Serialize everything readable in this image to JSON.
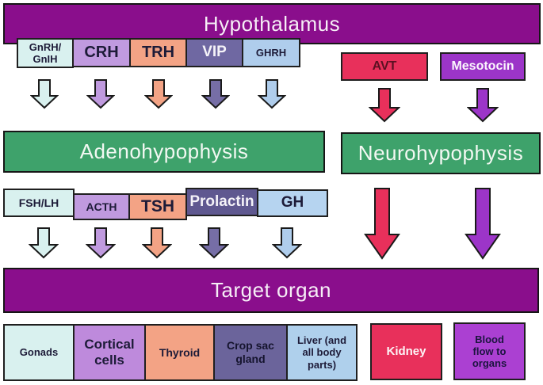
{
  "banners": {
    "hypothalamus": "Hypothalamus",
    "adenohypophysis": "Adenohypophysis",
    "neurohypophysis": "Neurohypophysis",
    "target_organ": "Target organ"
  },
  "hypothalamic_hormones": [
    {
      "label": "GnRH/\nGnIH"
    },
    {
      "label": "CRH"
    },
    {
      "label": "TRH"
    },
    {
      "label": "VIP"
    },
    {
      "label": "GHRH"
    }
  ],
  "neurohypophysial_hormones": [
    {
      "label": "AVT"
    },
    {
      "label": "Mesotocin"
    }
  ],
  "adenohypophysial_hormones": [
    {
      "label": "FSH/LH"
    },
    {
      "label": "ACTH"
    },
    {
      "label": "TSH"
    },
    {
      "label": "Prolactin"
    },
    {
      "label": "GH"
    }
  ],
  "target_organs": [
    {
      "label": "Gonads"
    },
    {
      "label": "Cortical\ncells"
    },
    {
      "label": "Thyroid"
    },
    {
      "label": "Crop sac\ngland"
    },
    {
      "label": "Liver (and\nall body\nparts)"
    }
  ],
  "neuro_target_organs": [
    {
      "label": "Kidney"
    },
    {
      "label": "Blood\nflow to\norgans"
    }
  ],
  "palette": {
    "banner_purple": "#8A0E8C",
    "banner_green": "#3EA26B",
    "pale_cyan": "#D9F1EF",
    "light_purple": "#C09ADF",
    "salmon": "#F3A385",
    "slate_purple": "#6F68A2",
    "light_blue": "#AFCDEC",
    "red": "#E8305B",
    "vivid_purple": "#9C35C8",
    "dark_text": "#1d1b38",
    "white_text": "#f6eef6"
  }
}
